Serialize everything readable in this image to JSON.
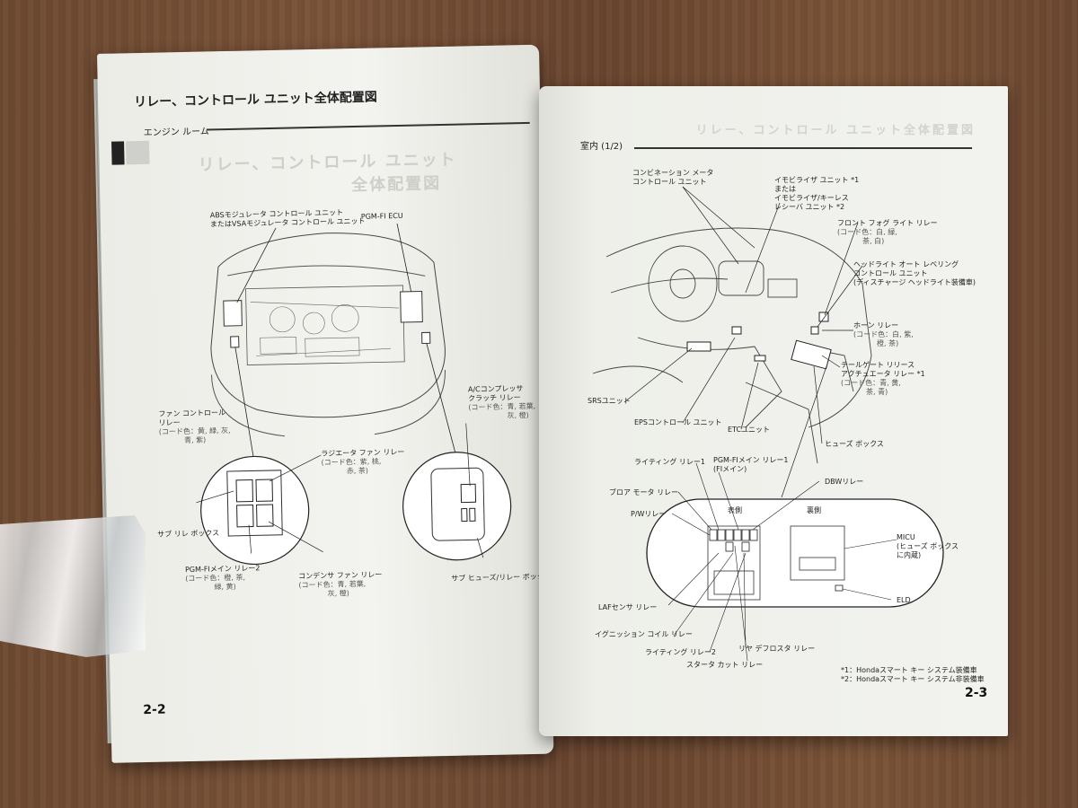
{
  "left_page": {
    "title": "リレー、コントロール ユニット全体配置図",
    "section": "エンジン ルーム",
    "ghost_title_1": "リレー、コントロール ユニット",
    "ghost_title_2": "全体配置図",
    "page_number": "2-2",
    "labels": {
      "abs_1": "ABSモジュレータ コントロール ユニット",
      "abs_2": "またはVSAモジュレータ コントロール ユニット",
      "pgm_ecu": "PGM-FI ECU",
      "fan_ctrl_1": "ファン コントロール",
      "fan_ctrl_2": "リレー",
      "fan_ctrl_3": "(コード色：黄, 緑, 灰,",
      "fan_ctrl_4": "青, 紫)",
      "ac_1": "A/Cコンプレッサ",
      "ac_2": "クラッチ リレー",
      "ac_3": "(コード色：青, 若葉,",
      "ac_4": "灰, 橙)",
      "radiator_1": "ラジエータ ファン リレー",
      "radiator_2": "(コード色：紫, 桃,",
      "radiator_3": "赤, 茶)",
      "sub_relay_box": "サブ リレ ボックス",
      "pgm_main2_1": "PGM-FIメイン リレー2",
      "pgm_main2_2": "(コード色：橙, 茶,",
      "pgm_main2_3": "緑, 黄)",
      "condenser_1": "コンデンサ ファン リレー",
      "condenser_2": "(コード色：青, 若葉,",
      "condenser_3": "灰, 橙)",
      "sub_fuse_box": "サブ ヒューズ/リレー ボックス"
    }
  },
  "right_page": {
    "ghost_title": "リレー、コントロール ユニット全体配置図",
    "section": "室内 (1/2)",
    "page_number": "2-3",
    "labels": {
      "combo_1": "コンビネーション メータ",
      "combo_2": "コントロール ユニット",
      "immo_1": "イモビライザ ユニット *1",
      "immo_2": "または",
      "immo_3": "イモビライザ/キーレス",
      "immo_4": "レシーバ ユニット *2",
      "fog_1": "フロント フォグ ライト リレー",
      "fog_2": "(コード色：白, 緑,",
      "fog_3": "茶, 白)",
      "hl_1": "ヘッドライト オート レベリング",
      "hl_2": "コントロール ユニット",
      "hl_3": "(ディスチャージ ヘッドライト装備車)",
      "horn_1": "ホーン リレー",
      "horn_2": "(コード色：白, 紫,",
      "horn_3": "橙, 茶)",
      "tg_1": "テールゲート リリース",
      "tg_2": "アクチュエータ リレー *1",
      "tg_3": "(コード色：青, 黄,",
      "tg_4": "茶, 青)",
      "srs": "SRSユニット",
      "eps": "EPSコントロール ユニット",
      "etc": "ETCユニット",
      "fuse_box": "ヒューズ ボックス",
      "lighting1": "ライティング リレー1",
      "pgm_main1_1": "PGM-FIメイン リレー1",
      "pgm_main1_2": "(FIメイン)",
      "dbw": "DBWリレー",
      "blower": "ブロア モータ リレー",
      "front_side": "表側",
      "back_side": "裏側",
      "pw": "P/Wリレー",
      "micu_1": "MICU",
      "micu_2": "(ヒューズ ボックス",
      "micu_3": "に内蔵)",
      "eld": "ELD",
      "laf": "LAFセンサ リレー",
      "ignition": "イグニッション コイル リレー",
      "lighting2": "ライティング リレー2",
      "rear_def": "リヤ デフロスタ リレー",
      "starter": "スタータ カット リレー",
      "note1": "*1：Hondaスマート キー システム装備車",
      "note2": "*2：Hondaスマート キー システム非装備車"
    }
  }
}
